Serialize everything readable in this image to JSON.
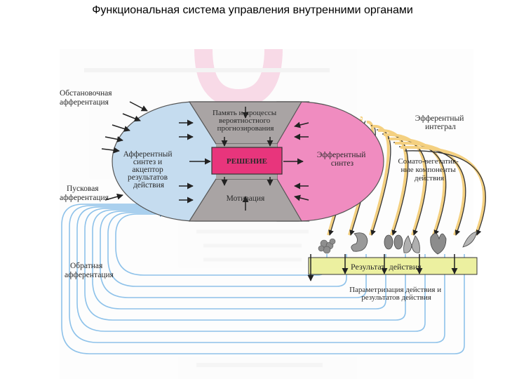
{
  "title": "Функциональная система управления внутренними органами",
  "labels": {
    "situational": [
      "Обстановочная",
      "афферентация"
    ],
    "trigger": [
      "Пусковая",
      "афферентация"
    ],
    "feedback": [
      "Обратная",
      "афферентация"
    ],
    "afferent_synthesis": [
      "Афферентный",
      "синтез и",
      "акцептор",
      "результатов",
      "действия"
    ],
    "memory": [
      "Память и процессы",
      "вероятностного",
      "прогнозирования"
    ],
    "decision": "РЕШЕНИЕ",
    "motivation": "Мотивация",
    "efferent_synthesis": [
      "Эфферентный",
      "синтез"
    ],
    "efferent_integral": [
      "Эфферентный",
      "интеграл"
    ],
    "somato_vegetative": [
      "Сомато-вегетатив-",
      "ные компоненты",
      "действия"
    ],
    "result": "Результат  действия",
    "parametrization": [
      "Параметризация действия и",
      "результатов действия"
    ]
  },
  "icons": [
    "glands-icon",
    "stomach-icon",
    "kidney-icon",
    "lungs-icon",
    "heart-icon",
    "pancreas-icon"
  ],
  "colors": {
    "afferent_block": "#c5dcef",
    "efferent_block": "#f08cc0",
    "center_block": "#a9a4a4",
    "decision_box": "#e8357c",
    "result_bar": "#ecf0a0",
    "feedback_arcs": "#8ec2ea",
    "efferent_arcs": "#f4d080",
    "background_mark": "#f3bcd4"
  }
}
